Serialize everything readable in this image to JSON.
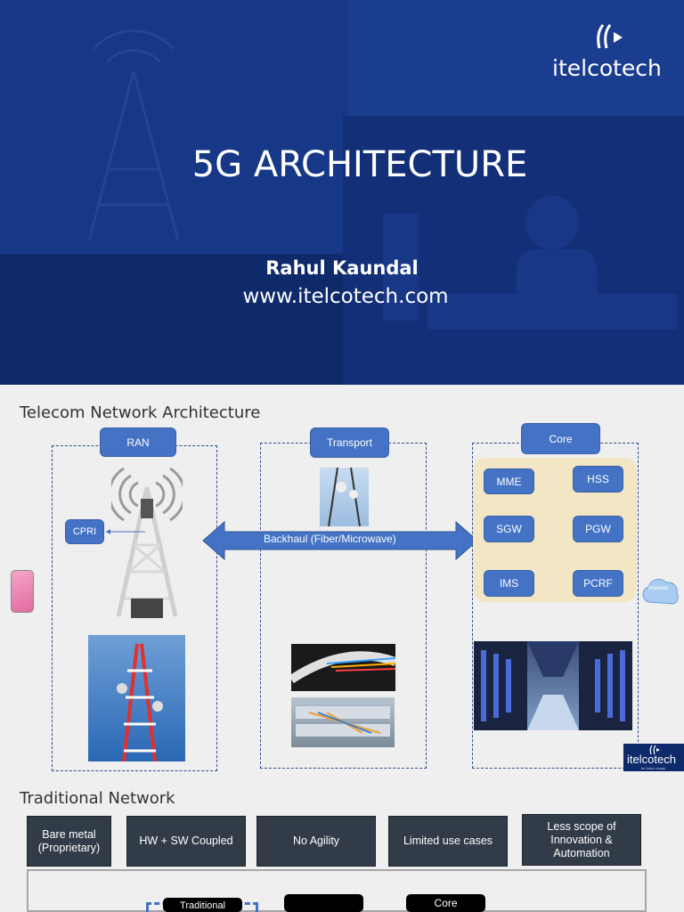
{
  "slide1": {
    "brand": "itelcotech",
    "title": "5G ARCHITECTURE",
    "author": "Rahul Kaundal",
    "website": "www.itelcotech.com"
  },
  "slide2": {
    "title": "Telecom Network Architecture",
    "sections": {
      "ran": "RAN",
      "transport": "Transport",
      "core": "Core"
    },
    "cpri": "CPRI",
    "backhaul": "Backhaul (Fiber/Microwave)",
    "core_nodes": [
      "MME",
      "HSS",
      "SGW",
      "PGW",
      "IMS",
      "PCRF"
    ],
    "cloud": "Internet",
    "brand": "itelcotech",
    "brand_tagline": "be future ready"
  },
  "slide3": {
    "title": "Traditional Network",
    "boxes": [
      "Bare metal (Proprietary)",
      "HW + SW Coupled",
      "No Agility",
      "Limited use cases",
      "Less scope of Innovation & Automation"
    ],
    "bottom_tabs": [
      "Traditional",
      "",
      "Core"
    ]
  },
  "colors": {
    "slide1_bg": "#0f2a6b",
    "pill_blue": "#4472c4",
    "core_bg": "#f3e6c4",
    "dark_box": "#323b48"
  }
}
